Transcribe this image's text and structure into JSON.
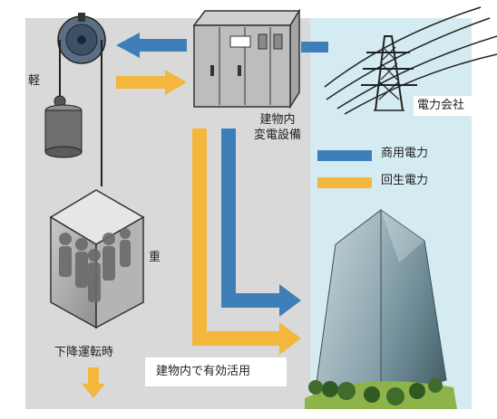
{
  "labels": {
    "light": "軽",
    "heavy": "重",
    "descending": "下降運転時",
    "substation_line1": "建物内",
    "substation_line2": "変電設備",
    "power_company": "電力会社",
    "in_building_use": "建物内で有効活用"
  },
  "legend": {
    "items": [
      {
        "label": "商用電力",
        "color": "#3f7fb9"
      },
      {
        "label": "回生電力",
        "color": "#f4b63c"
      }
    ]
  },
  "colors": {
    "commercial": "#3f7fb9",
    "regenerative": "#f4b63c",
    "building_zone": "#d9d9d9",
    "outside_zone": "#d5ebf2"
  }
}
